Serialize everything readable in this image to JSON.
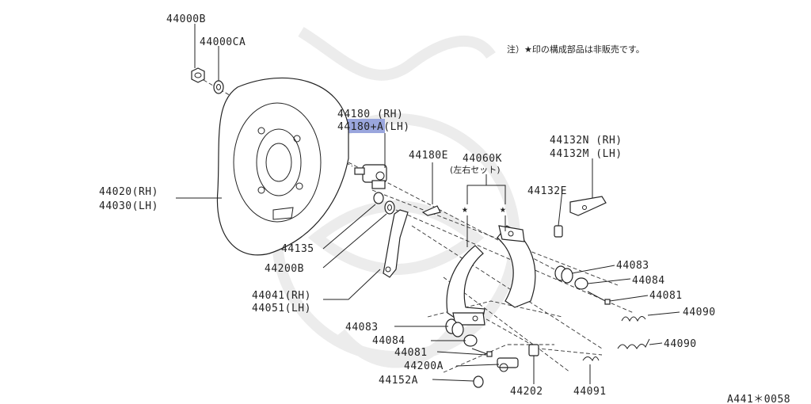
{
  "diagram": {
    "note": "注）★印の構成部品は非販売です。",
    "figure_code": "A441＊0058",
    "highlight_color": "#9aa6dd",
    "labels": {
      "p44000B": "44000B",
      "p44000CA": "44000CA",
      "p44180_rh": "44180  (RH)",
      "p44180_lh": "44180+A(LH)",
      "p44020_rh": "44020(RH)",
      "p44030_lh": "44030(LH)",
      "p44180E": "44180E",
      "p44060K": "44060K",
      "p44060K_sub": "(左右セット)",
      "p44132N_rh": "44132N (RH)",
      "p44132M_lh": "44132M (LH)",
      "p44132E": "44132E",
      "p44135": "44135",
      "p44200B": "44200B",
      "p44041_rh": "44041(RH)",
      "p44051_lh": "44051(LH)",
      "p44083_r": "44083",
      "p44084_r": "44084",
      "p44081_r": "44081",
      "p44090_a": "44090",
      "p44090_b": "44090",
      "p44083_l": "44083",
      "p44084_l": "44084",
      "p44081_l": "44081",
      "p44200A": "44200A",
      "p44152A": "44152A",
      "p44202": "44202",
      "p44091": "44091"
    }
  }
}
